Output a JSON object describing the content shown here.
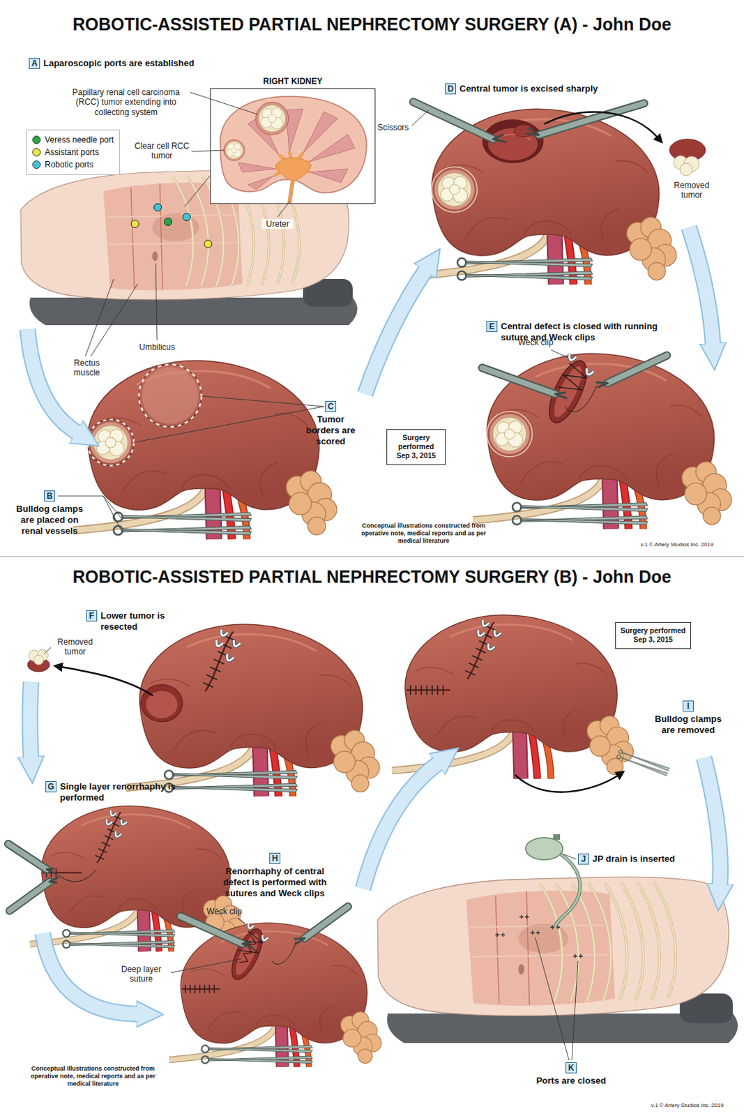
{
  "diagram": {
    "title": "ROBOTIC-ASSISTED PARTIAL NEPHRECTOMY SURGERY (A) - John Doe",
    "nodes": [
      {
        "text": [
          "A",
          "Laparoscopic ports are established"
        ]
      },
      {
        "text": [
          "RIGHT KIDNEY"
        ]
      },
      {
        "text": [
          "B",
          "Bulldog clamps are placed on renal vessels"
        ]
      },
      {
        "text": [
          "C",
          "Tumor borders are scored"
        ]
      },
      {
        "text": [
          "Surgery performed Sep 3, 2015"
        ]
      },
      {
        "text": [
          "D",
          "Central tumor is excised sharply"
        ]
      },
      {
        "text": [
          "E",
          "Central defect is closed with running suture and Weck clips"
        ]
      },
      {
        "text": [
          "F",
          "Lower tumor is resected"
        ]
      },
      {
        "text": [
          "G",
          "Single layer renorrhaphy is performed"
        ]
      },
      {
        "text": [
          "H",
          "Renorrhaphy of central defect is performed with sutures and Weck clips"
        ]
      },
      {
        "text": [
          "Surgery performed Sep 3, 2015"
        ]
      },
      {
        "text": [
          "I",
          "Bulldog clamps are removed"
        ]
      },
      {
        "text": [
          "J",
          "JP drain is inserted"
        ]
      },
      {
        "text": [
          "K",
          "Ports are closed"
        ]
      }
    ],
    "labels": [
      "Papillary renal cell carcinoma (RCC) tumor extending into collecting system",
      "Clear cell RCC tumor",
      "Ureter",
      "Rectus muscle",
      "Umbilicus",
      "Scissors",
      "Removed tumor",
      "Weck clip",
      "Conceptual illustrations constructed from operative note, medical reports and as per medical literature",
      "v.1 © Artery Studios Inc. 2019",
      "ROBOTIC-ASSISTED PARTIAL NEPHRECTOMY SURGERY (B) - John Doe",
      "Removed tumor",
      "Weck clip",
      "Deep layer suture",
      "Conceptual illustrations constructed from operative note, medical reports and as per medical literature",
      "v.1 © Artery Studios Inc. 2019"
    ],
    "legend": [
      {
        "text": "Veress needle port",
        "color": "#27a844"
      },
      {
        "text": "Assistant ports",
        "color": "#f0e442"
      },
      {
        "text": "Robotic ports",
        "color": "#3ec7d9"
      }
    ]
  }
}
